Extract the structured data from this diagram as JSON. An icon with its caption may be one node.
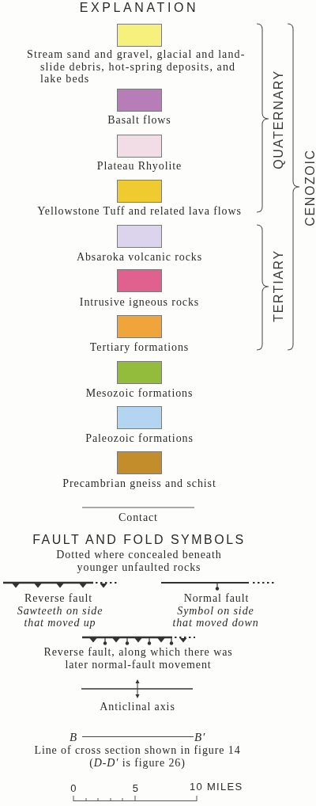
{
  "diagram": {
    "title": "EXPLANATION",
    "labels": [
      "QUATERNARY",
      "TERTIARY",
      "CENOZOIC",
      "FAULT AND FOLD SYMBOLS",
      "Dotted where concealed beneath younger unfaulted rocks",
      "Sawteeth on side that moved up",
      "Symbol on side that moved down",
      "B",
      "B′",
      "0",
      "5",
      "10 MILES"
    ],
    "legend": [
      {
        "text": "Stream sand and gravel, glacial and land-slide debris, hot-spring deposits, and lake beds",
        "color": "#f6f07c"
      },
      {
        "text": "Basalt flows",
        "color": "#b77db8"
      },
      {
        "text": "Plateau Rhyolite",
        "color": "#f2dde6"
      },
      {
        "text": "Yellowstone Tuff and related lava flows",
        "color": "#efcb2f"
      },
      {
        "text": "Absaroka volcanic rocks",
        "color": "#dcd3ec"
      },
      {
        "text": "Intrusive igneous rocks",
        "color": "#e0608e"
      },
      {
        "text": "Tertiary formations",
        "color": "#f0a53a"
      },
      {
        "text": "Mesozoic formations",
        "color": "#93bb3c"
      },
      {
        "text": "Paleozoic formations",
        "color": "#b4d5f2"
      },
      {
        "text": "Precambrian gneiss and schist",
        "color": "#c48d2b"
      },
      {
        "text": "Contact"
      },
      {
        "text": "Reverse fault"
      },
      {
        "text": "Normal fault"
      },
      {
        "text": "Reverse fault, along which there was later normal-fault movement"
      },
      {
        "text": "Anticlinal axis"
      },
      {
        "text": "Line of cross section shown in figure 14 (*D-D′* is figure 26)"
      }
    ]
  }
}
